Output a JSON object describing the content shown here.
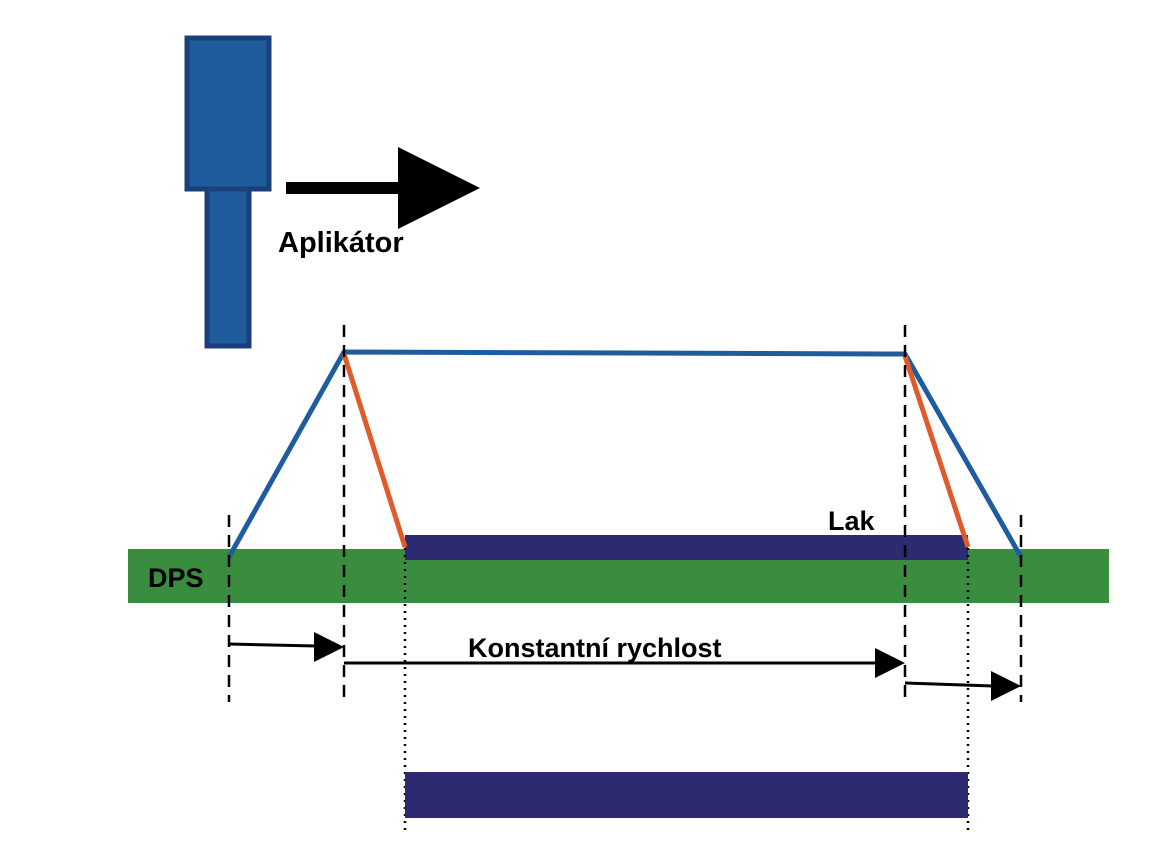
{
  "labels": {
    "applicator": "Aplikátor",
    "lacquer": "Lak",
    "pcb": "DPS",
    "constant_speed": "Konstantní rychlost"
  },
  "colors": {
    "applicator_fill": "#1f5c9e",
    "applicator_stroke": "#1a3f7a",
    "applicator_path": "#1f5c9e",
    "spray_edge": "#e05a2b",
    "pcb_board": "#3a8c3f",
    "lacquer_layer": "#2e2a72",
    "arrows": "#000000"
  },
  "icons": {
    "applicator": "applicator-nozzle-icon",
    "direction": "right-arrow-icon"
  }
}
